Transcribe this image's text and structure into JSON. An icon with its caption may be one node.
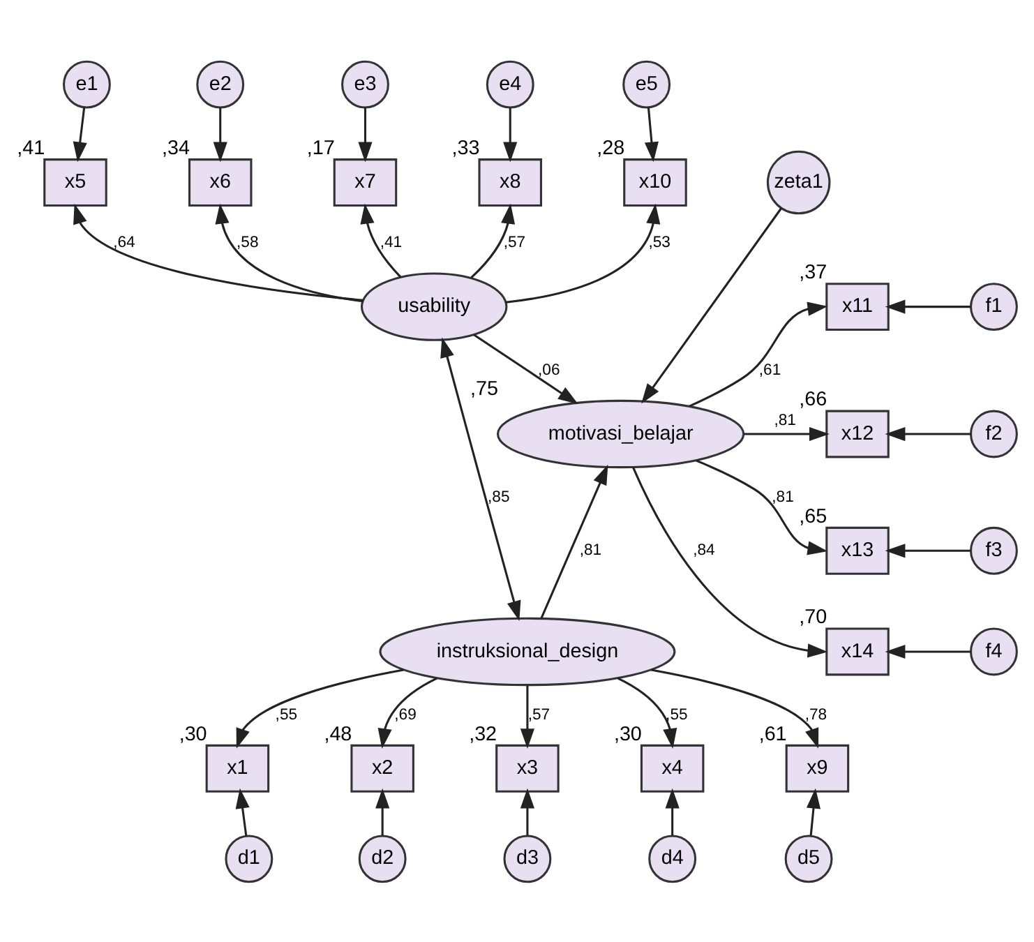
{
  "diagram": {
    "nodes": [
      {
        "text": [
          "e1"
        ]
      },
      {
        "text": [
          "e2"
        ]
      },
      {
        "text": [
          "e3"
        ]
      },
      {
        "text": [
          "e4"
        ]
      },
      {
        "text": [
          "e5"
        ]
      },
      {
        "text": [
          "x5"
        ],
        "beside": [
          ",41"
        ]
      },
      {
        "text": [
          "x6"
        ],
        "beside": [
          ",34"
        ]
      },
      {
        "text": [
          "x7"
        ],
        "beside": [
          ",17"
        ]
      },
      {
        "text": [
          "x8"
        ],
        "beside": [
          ",33"
        ]
      },
      {
        "text": [
          "x10"
        ],
        "beside": [
          ",28"
        ]
      },
      {
        "text": [
          "zeta1"
        ]
      },
      {
        "text": [
          "x11"
        ],
        "beside": [
          ",37"
        ]
      },
      {
        "text": [
          "usability"
        ]
      },
      {
        "text": [
          "f1"
        ]
      },
      {
        "text": [
          "x12"
        ],
        "beside": [
          ",66"
        ]
      },
      {
        "text": [
          "f2"
        ]
      },
      {
        "text": [
          "motivasi_belajar"
        ],
        "beside": [
          ",75"
        ]
      },
      {
        "text": [
          "x13"
        ],
        "beside": [
          ",65"
        ]
      },
      {
        "text": [
          "f3"
        ]
      },
      {
        "text": [
          "x14"
        ],
        "beside": [
          ",70"
        ]
      },
      {
        "text": [
          "f4"
        ]
      },
      {
        "text": [
          "instruksional_design"
        ]
      },
      {
        "text": [
          "x1"
        ],
        "beside": [
          ",30"
        ]
      },
      {
        "text": [
          "x2"
        ],
        "beside": [
          ",48"
        ]
      },
      {
        "text": [
          "x3"
        ],
        "beside": [
          ",32"
        ]
      },
      {
        "text": [
          "x4"
        ],
        "beside": [
          ",30"
        ]
      },
      {
        "text": [
          "x9"
        ],
        "beside": [
          ",61"
        ]
      },
      {
        "text": [
          "d1"
        ]
      },
      {
        "text": [
          "d2"
        ]
      },
      {
        "text": [
          "d3"
        ]
      },
      {
        "text": [
          "d4"
        ]
      },
      {
        "text": [
          "d5"
        ]
      }
    ],
    "edges": [
      {
        "from": 0,
        "to": 5,
        "arrow": "to"
      },
      {
        "from": 1,
        "to": 6,
        "arrow": "to"
      },
      {
        "from": 2,
        "to": 7,
        "arrow": "to"
      },
      {
        "from": 3,
        "to": 8,
        "arrow": "to"
      },
      {
        "from": 4,
        "to": 9,
        "arrow": "to"
      },
      {
        "from": 12,
        "to": 5,
        "arrow": "to",
        "label": ",64"
      },
      {
        "from": 12,
        "to": 6,
        "arrow": "to",
        "label": ",58"
      },
      {
        "from": 12,
        "to": 7,
        "arrow": "to",
        "label": ",41"
      },
      {
        "from": 12,
        "to": 8,
        "arrow": "to",
        "label": ",57"
      },
      {
        "from": 12,
        "to": 9,
        "arrow": "to",
        "label": ",53"
      },
      {
        "from": 12,
        "to": 16,
        "arrow": "to",
        "label": ",06"
      },
      {
        "from": 10,
        "to": 16,
        "arrow": "to"
      },
      {
        "from": 12,
        "to": 21,
        "arrow": "both",
        "label": ",85"
      },
      {
        "from": 21,
        "to": 16,
        "arrow": "to",
        "label": ",81"
      },
      {
        "from": 16,
        "to": 11,
        "arrow": "to",
        "label": ",61"
      },
      {
        "from": 16,
        "to": 14,
        "arrow": "to",
        "label": ",81"
      },
      {
        "from": 16,
        "to": 17,
        "arrow": "to",
        "label": ",81"
      },
      {
        "from": 16,
        "to": 19,
        "arrow": "to",
        "label": ",84"
      },
      {
        "from": 13,
        "to": 11,
        "arrow": "to"
      },
      {
        "from": 15,
        "to": 14,
        "arrow": "to"
      },
      {
        "from": 18,
        "to": 17,
        "arrow": "to"
      },
      {
        "from": 20,
        "to": 19,
        "arrow": "to"
      },
      {
        "from": 21,
        "to": 22,
        "arrow": "to",
        "label": ",55"
      },
      {
        "from": 21,
        "to": 23,
        "arrow": "to",
        "label": ",69"
      },
      {
        "from": 21,
        "to": 24,
        "arrow": "to",
        "label": ",57"
      },
      {
        "from": 21,
        "to": 25,
        "arrow": "to",
        "label": ",55"
      },
      {
        "from": 21,
        "to": 26,
        "arrow": "to",
        "label": ",78"
      },
      {
        "from": 27,
        "to": 22,
        "arrow": "to"
      },
      {
        "from": 28,
        "to": 23,
        "arrow": "to"
      },
      {
        "from": 29,
        "to": 24,
        "arrow": "to"
      },
      {
        "from": 30,
        "to": 25,
        "arrow": "to"
      },
      {
        "from": 31,
        "to": 26,
        "arrow": "to"
      }
    ]
  }
}
